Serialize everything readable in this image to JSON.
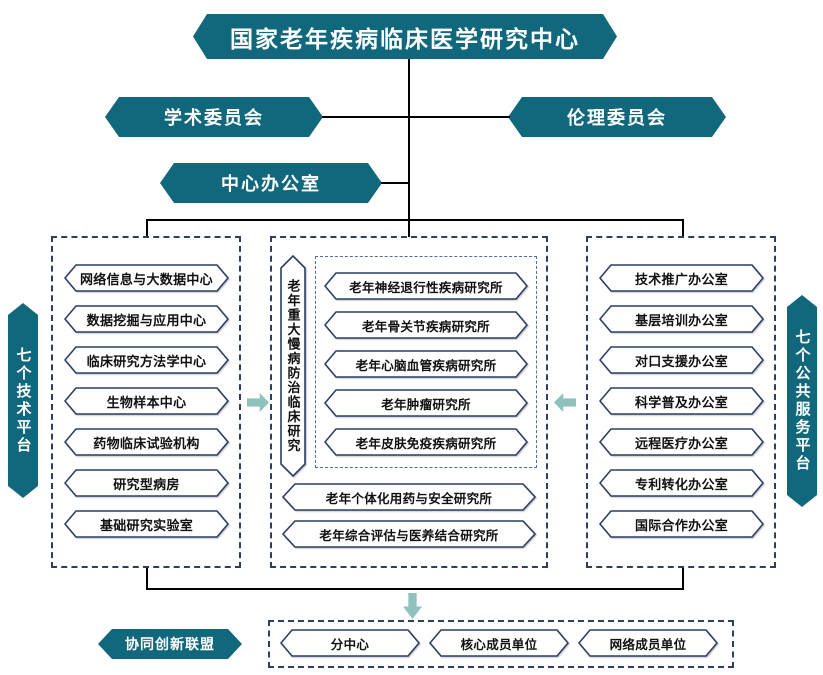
{
  "diagram": {
    "title": "国家老年疾病临床医学研究中心",
    "accent_teal": "#11687C",
    "outline_navy": "#2C3E63",
    "arrow_teal": "#8FC2BD",
    "connector_black": "#000000"
  },
  "top": {
    "center": "国家老年疾病临床医学研究中心",
    "left_committee": "学术委员会",
    "right_committee": "伦理委员会",
    "office": "中心办公室"
  },
  "left_column": {
    "side_label": "七个技术平台",
    "items": [
      {
        "label": "网络信息与大数据中心"
      },
      {
        "label": "数据挖掘与应用中心"
      },
      {
        "label": "临床研究方法学中心"
      },
      {
        "label": "生物样本中心"
      },
      {
        "label": "药物临床试验机构"
      },
      {
        "label": "研究型病房"
      },
      {
        "label": "基础研究实验室"
      }
    ]
  },
  "middle_column": {
    "side_label": "老年重大慢病防治临床研究",
    "institutes": [
      {
        "label": "老年神经退行性疾病研究所"
      },
      {
        "label": "老年骨关节疾病研究所"
      },
      {
        "label": "老年心脑血管疾病研究所"
      },
      {
        "label": "老年肿瘤研究所"
      },
      {
        "label": "老年皮肤免疫疾病研究所"
      }
    ],
    "extra_items": [
      {
        "label": "老年个体化用药与安全研究所"
      },
      {
        "label": "老年综合评估与医养结合研究所"
      }
    ]
  },
  "right_column": {
    "side_label": "七个公共服务平台",
    "items": [
      {
        "label": "技术推广办公室"
      },
      {
        "label": "基层培训办公室"
      },
      {
        "label": "对口支援办公室"
      },
      {
        "label": "科学普及办公室"
      },
      {
        "label": "远程医疗办公室"
      },
      {
        "label": "专利转化办公室"
      },
      {
        "label": "国际合作办公室"
      }
    ]
  },
  "bottom": {
    "alliance_label": "协同创新联盟",
    "members": [
      {
        "label": "分中心"
      },
      {
        "label": "核心成员单位"
      },
      {
        "label": "网络成员单位"
      }
    ]
  }
}
